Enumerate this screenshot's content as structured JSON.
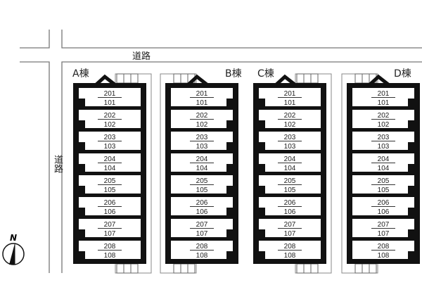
{
  "road_labels": {
    "top": "道路",
    "left": "道路"
  },
  "compass": {
    "label": "N"
  },
  "buildings": [
    {
      "label": "A棟",
      "mirror": false,
      "units": [
        [
          "201",
          "101"
        ],
        [
          "202",
          "102"
        ],
        [
          "203",
          "103"
        ],
        [
          "204",
          "104"
        ],
        [
          "205",
          "105"
        ],
        [
          "206",
          "106"
        ],
        [
          "207",
          "107"
        ],
        [
          "208",
          "108"
        ]
      ]
    },
    {
      "label": "B棟",
      "mirror": true,
      "units": [
        [
          "201",
          "101"
        ],
        [
          "202",
          "102"
        ],
        [
          "203",
          "103"
        ],
        [
          "204",
          "104"
        ],
        [
          "205",
          "105"
        ],
        [
          "206",
          "106"
        ],
        [
          "207",
          "107"
        ],
        [
          "208",
          "108"
        ]
      ]
    },
    {
      "label": "C棟",
      "mirror": false,
      "units": [
        [
          "201",
          "101"
        ],
        [
          "202",
          "102"
        ],
        [
          "203",
          "103"
        ],
        [
          "204",
          "104"
        ],
        [
          "205",
          "105"
        ],
        [
          "206",
          "106"
        ],
        [
          "207",
          "107"
        ],
        [
          "208",
          "108"
        ]
      ]
    },
    {
      "label": "D棟",
      "mirror": true,
      "units": [
        [
          "201",
          "101"
        ],
        [
          "202",
          "102"
        ],
        [
          "203",
          "103"
        ],
        [
          "204",
          "104"
        ],
        [
          "205",
          "105"
        ],
        [
          "206",
          "106"
        ],
        [
          "207",
          "107"
        ],
        [
          "208",
          "108"
        ]
      ]
    }
  ]
}
